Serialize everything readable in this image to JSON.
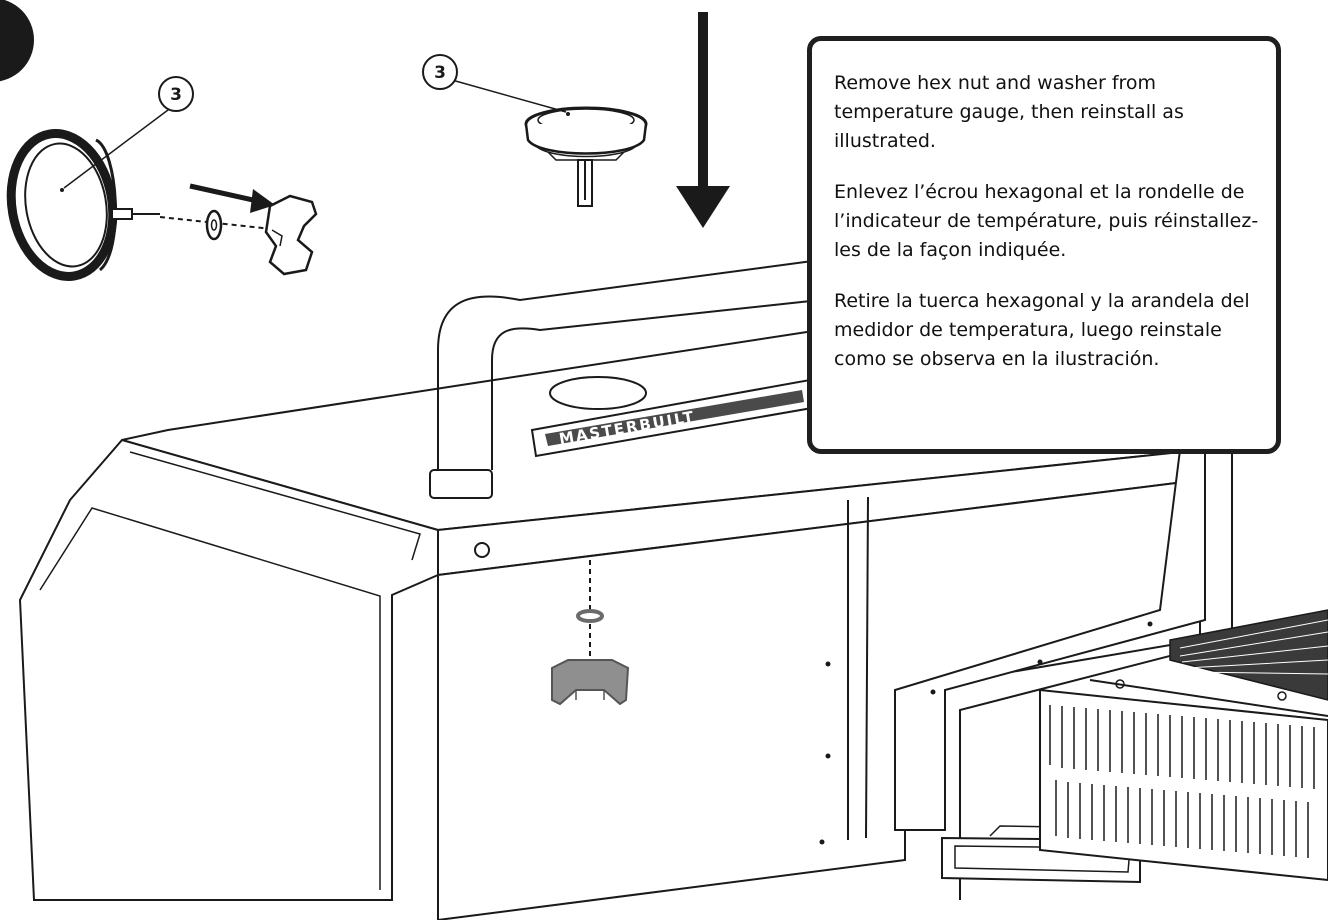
{
  "instructions": {
    "en": "Remove hex nut and washer from temperature gauge, then reinstall as illustrated.",
    "fr": "Enlevez l’écrou hexagonal et la rondelle de l’indicateur de température, puis réinstallez-les de la façon indiquée.",
    "es": "Retire la tuerca hexagonal y la arandela del medidor de temperatura, luego reinstale como se observa en la ilustración."
  },
  "callouts": [
    {
      "id": "gauge-callout-left",
      "label": "3"
    },
    {
      "id": "gauge-callout-top",
      "label": "3"
    }
  ],
  "brand_plate_text": "MASTERBUILT"
}
